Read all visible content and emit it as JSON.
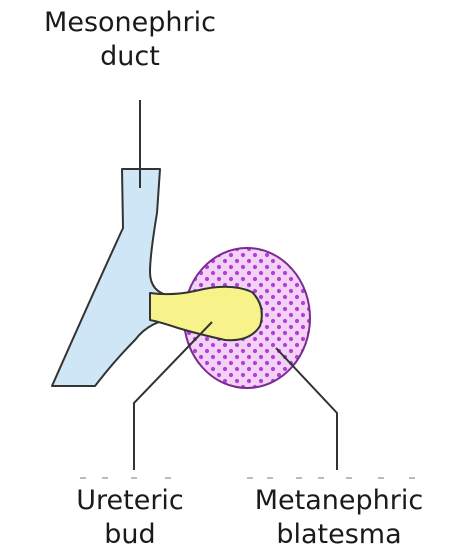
{
  "labels": {
    "mesonephric": {
      "line1": "Mesonephric",
      "line2": "duct"
    },
    "ureteric": {
      "line1": "Ureteric",
      "line2": "bud"
    },
    "metanephric": {
      "line1": "Metanephric",
      "line2": "blatesma"
    }
  },
  "colors": {
    "duct_fill": "#cfe6f7",
    "bud_fill": "#f7f38a",
    "blastema_fill": "#f2d2f5",
    "blastema_dots": "#b53fd6",
    "outline": "#333333"
  }
}
